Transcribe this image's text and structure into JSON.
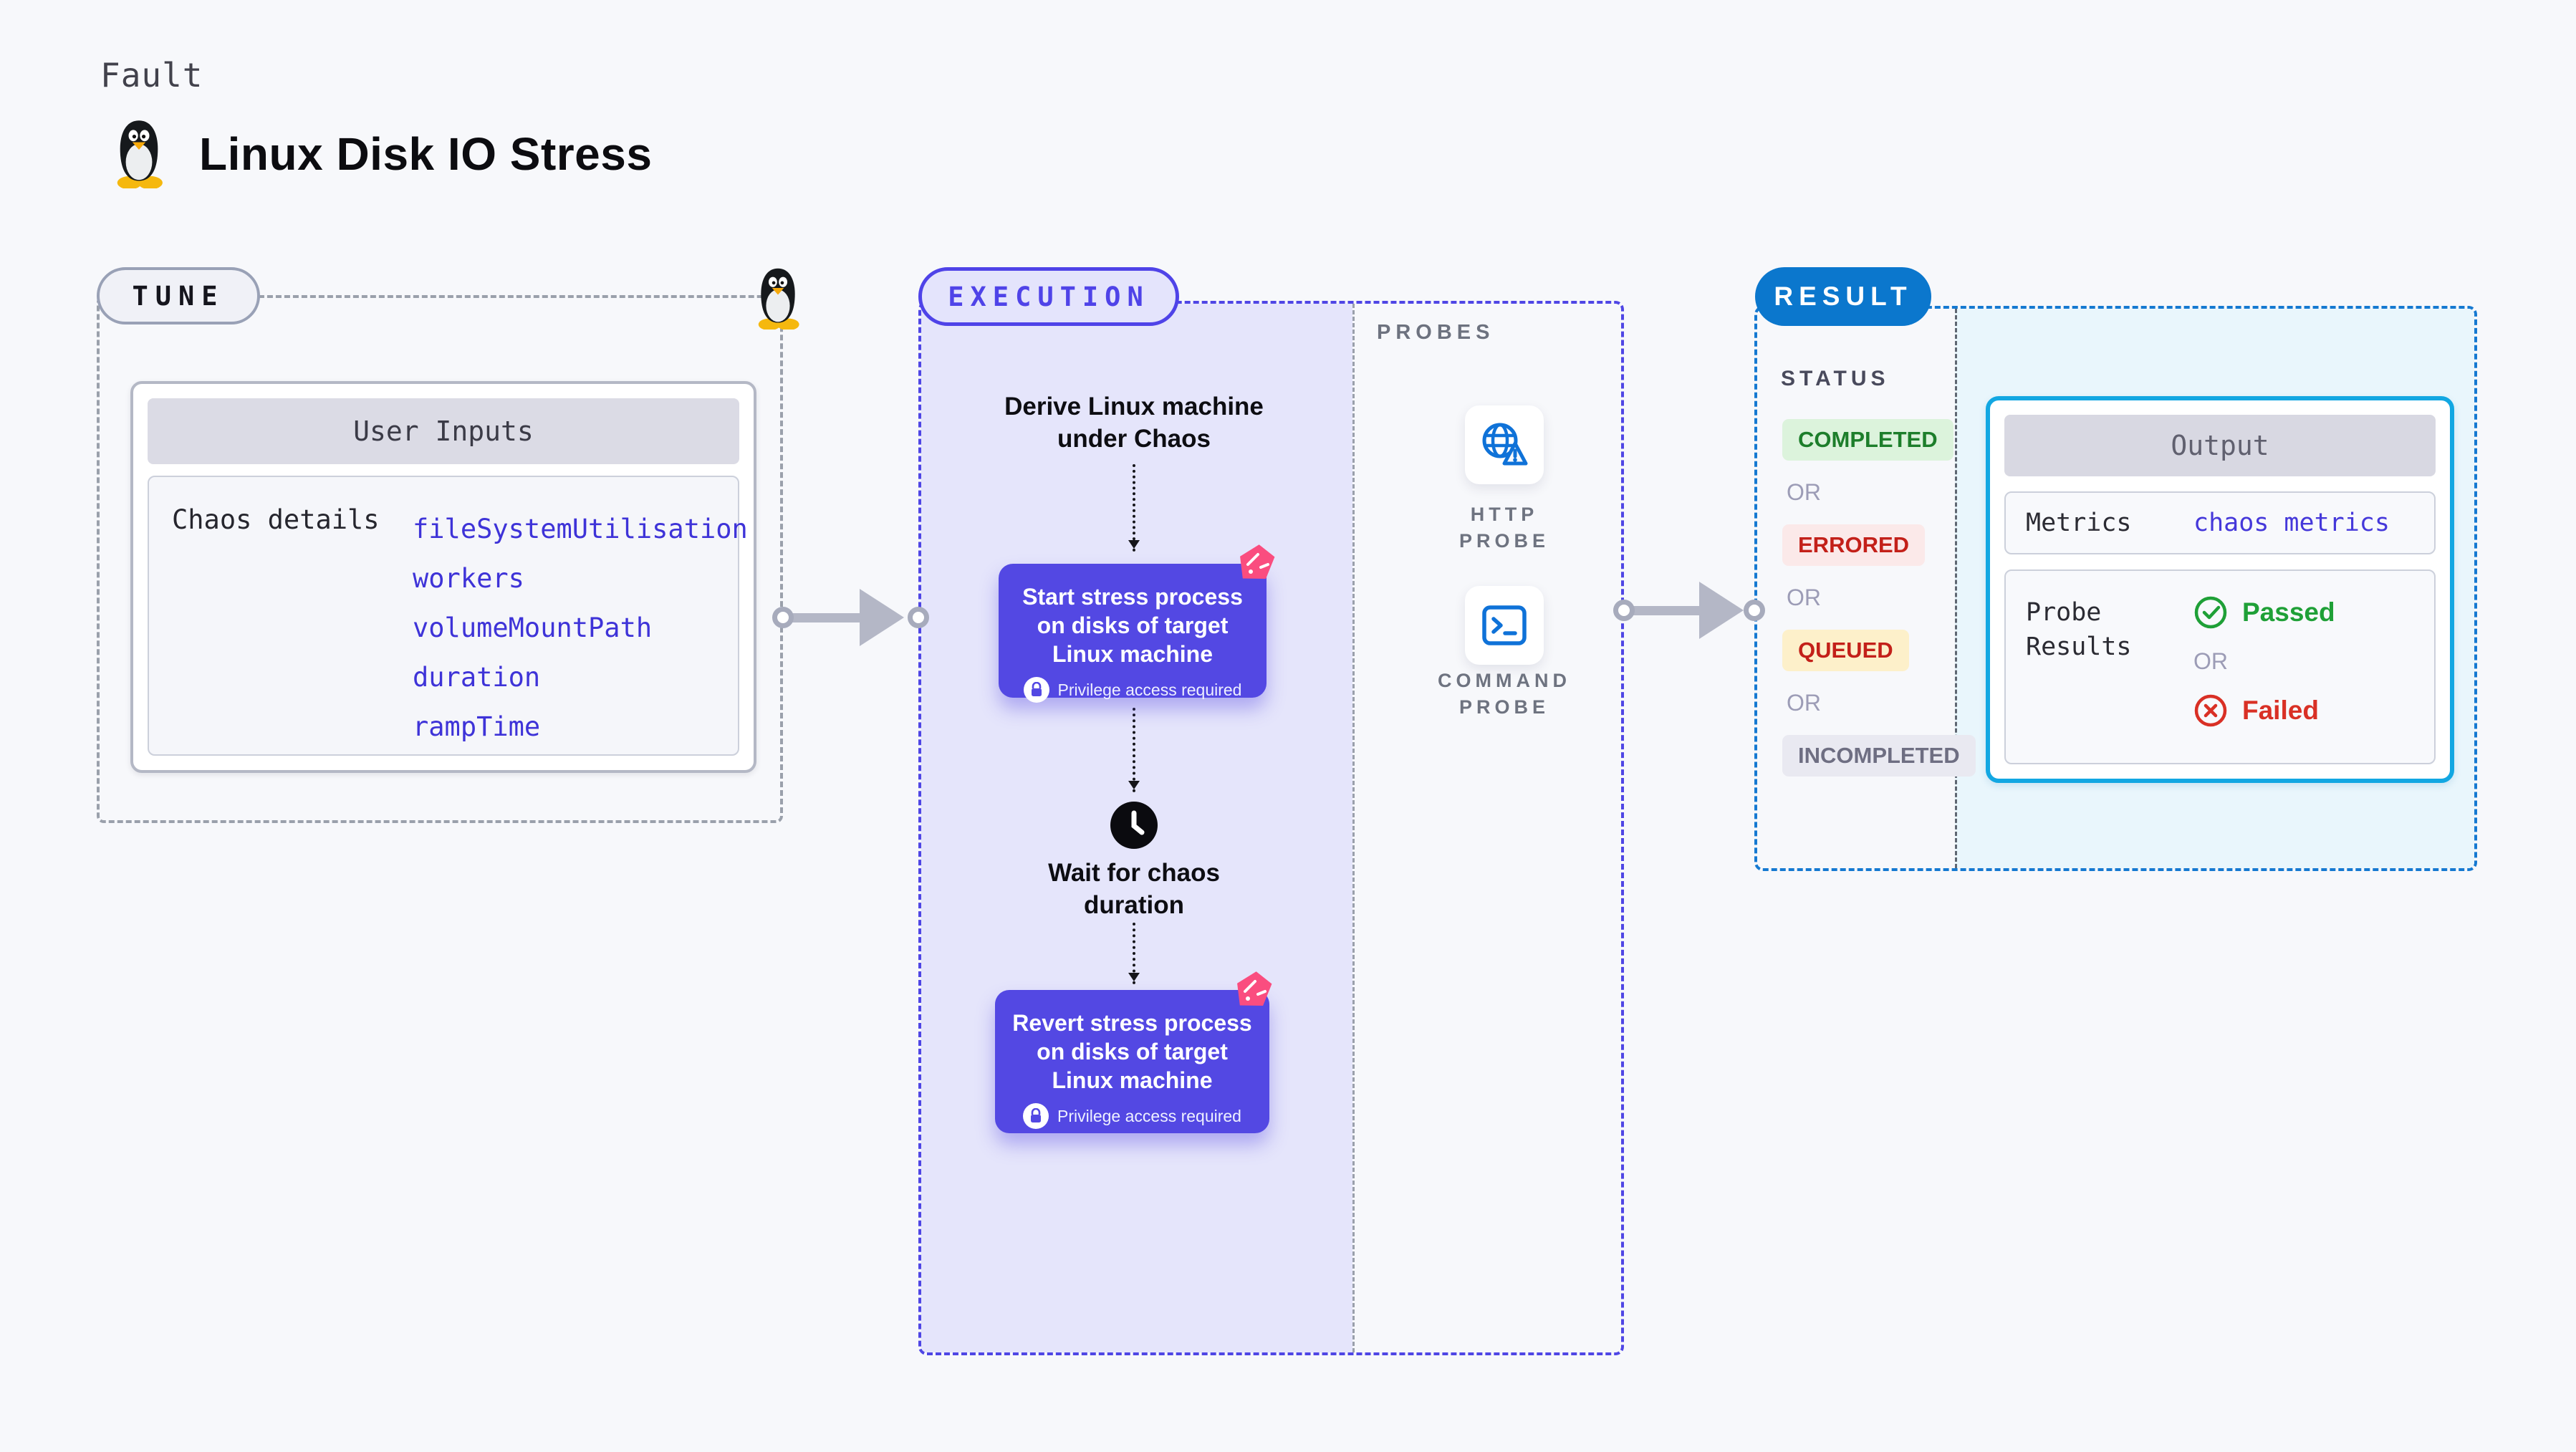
{
  "header": {
    "kicker": "Fault",
    "title": "Linux Disk IO Stress",
    "icon": "tux-penguin"
  },
  "tune": {
    "badge": "TUNE",
    "card_title": "User Inputs",
    "row_label": "Chaos details",
    "inputs": [
      "fileSystemUtilisation",
      "workers",
      "volumeMountPath",
      "duration",
      "rampTime"
    ]
  },
  "execution": {
    "badge": "EXECUTION",
    "derive_step": "Derive Linux machine under Chaos",
    "start_node": "Start stress process on disks of target Linux machine",
    "wait_step": "Wait for chaos duration",
    "revert_node": "Revert stress process on disks of target Linux machine",
    "privilege_note": "Privilege access required",
    "probes_label": "PROBES",
    "probes": [
      {
        "label": "HTTP PROBE",
        "icon": "globe-alert-icon"
      },
      {
        "label": "COMMAND PROBE",
        "icon": "terminal-icon"
      }
    ]
  },
  "result": {
    "badge": "RESULT",
    "status_heading": "STATUS",
    "or": "OR",
    "statuses": [
      {
        "label": "COMPLETED",
        "fg": "#1d7e2b",
        "bg": "#dcf3dc"
      },
      {
        "label": "ERRORED",
        "fg": "#c32019",
        "bg": "#fbe9e9"
      },
      {
        "label": "QUEUED",
        "fg": "#c32019",
        "bg": "#fdf0ca"
      },
      {
        "label": "INCOMPLETED",
        "fg": "#6e6e82",
        "bg": "#e9e9f1"
      }
    ],
    "output": {
      "title": "Output",
      "metrics_label": "Metrics",
      "metrics_value": "chaos metrics",
      "probe_results_label": "Probe Results",
      "passed": "Passed",
      "failed": "Failed"
    }
  },
  "colors": {
    "page_bg": "#f7f8fb",
    "accent_indigo": "#4f46e5",
    "node_indigo": "#5348e3",
    "execution_fill": "#e5e5fb",
    "result_blue": "#1579d1",
    "result_badge_blue": "#0b77cd",
    "result_fill": "#e9f6fc",
    "output_cyan": "#12a7e2",
    "probe_icon_blue": "#0f72d8",
    "passed_green": "#1fa037",
    "failed_red": "#d93025",
    "litmus_pink": "#fa4d7f",
    "arrow_gray": "#b4b7c6"
  }
}
